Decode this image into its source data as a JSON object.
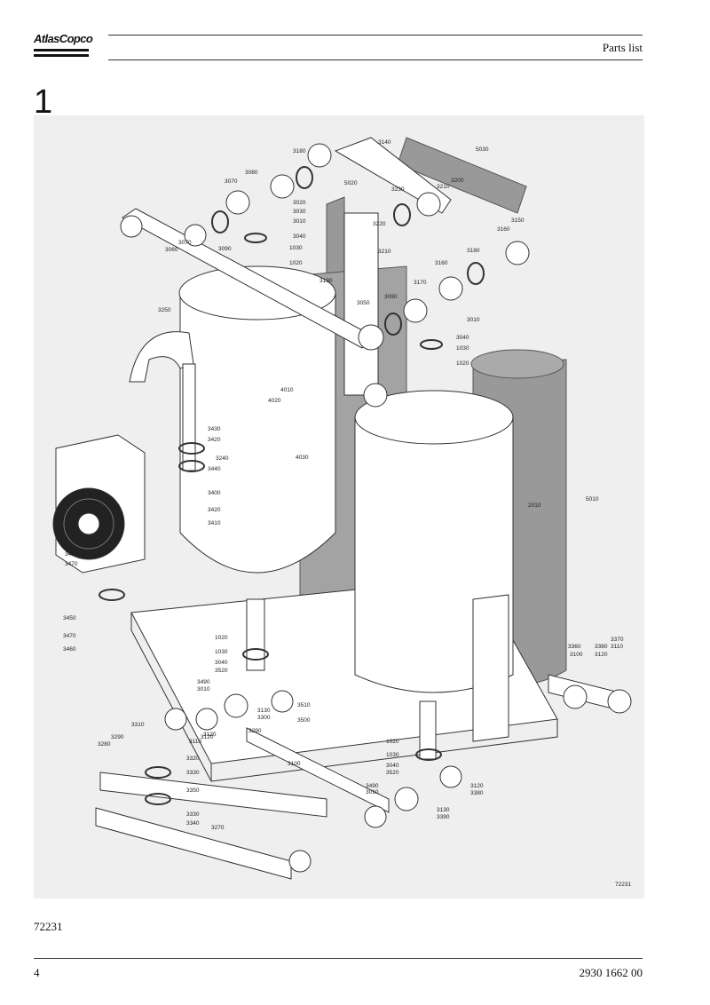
{
  "header": {
    "brand": "AtlasCopco",
    "section": "Parts list"
  },
  "figure_number": "1",
  "diagram": {
    "corner_code": "72231",
    "callouts": [
      "3180",
      "3140",
      "5030",
      "3080",
      "3070",
      "3020",
      "3030",
      "3010",
      "3040",
      "1030",
      "1020",
      "3060",
      "3070",
      "3090",
      "5020",
      "3230",
      "3210",
      "3200",
      "3220",
      "3210",
      "3150",
      "3160",
      "3180",
      "3190",
      "3160",
      "3170",
      "3090",
      "3050",
      "3010",
      "3040",
      "1030",
      "1020",
      "3250",
      "4010",
      "4020",
      "3430",
      "3420",
      "3240",
      "4030",
      "3440",
      "3400",
      "3420",
      "3410",
      "3480",
      "3470",
      "2010",
      "5010",
      "3450",
      "3470",
      "3460",
      "1020",
      "1030",
      "3040",
      "3520",
      "3490",
      "3010",
      "3510",
      "3130",
      "3300",
      "3500",
      "3120",
      "3290",
      "3360",
      "3100",
      "3380",
      "3120",
      "3370",
      "3110",
      "3310",
      "3110",
      "3280",
      "3290",
      "3120",
      "3320",
      "3330",
      "3350",
      "3330",
      "3340",
      "3270",
      "3100",
      "1020",
      "1030",
      "3040",
      "3520",
      "3490",
      "3010",
      "3120",
      "3380",
      "3130",
      "3390"
    ]
  },
  "ref_code": "72231",
  "footer": {
    "page": "4",
    "doc_number": "2930 1662 00"
  }
}
